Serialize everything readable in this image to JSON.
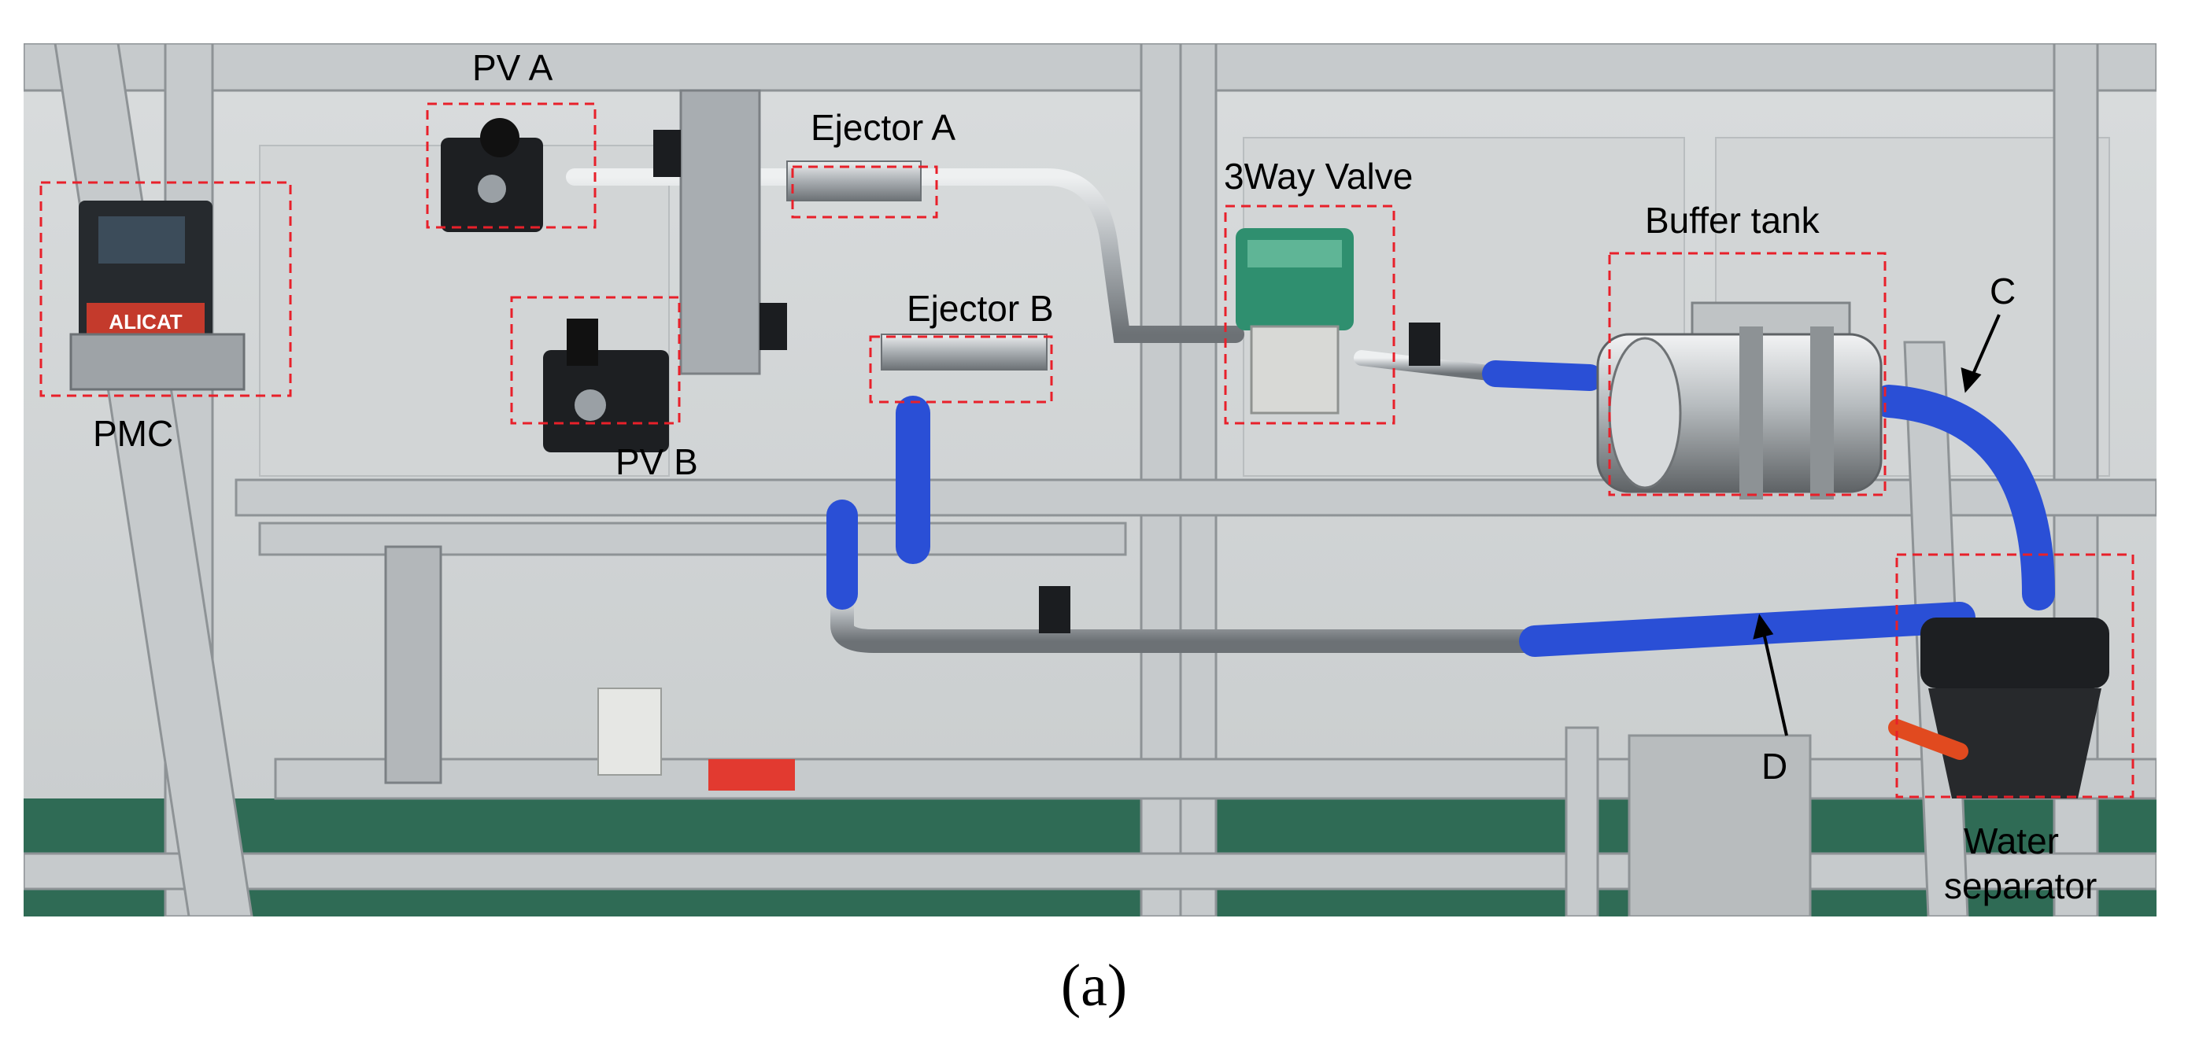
{
  "labels": {
    "pva": "PV A",
    "ejector_a": "Ejector A",
    "three_way_valve": "3Way Valve",
    "buffer_tank": "Buffer tank",
    "c": "C",
    "ejector_b": "Ejector B",
    "pmc": "PMC",
    "pvb": "PV B",
    "d": "D",
    "water": "Water",
    "separator": "separator"
  },
  "device_label": "ALICAT",
  "caption": "(a)",
  "colors": {
    "box": "#e8202a",
    "hose": "#2a4fd6",
    "frame": "#c9cdd0",
    "valve_green": "#2f8f6f"
  }
}
